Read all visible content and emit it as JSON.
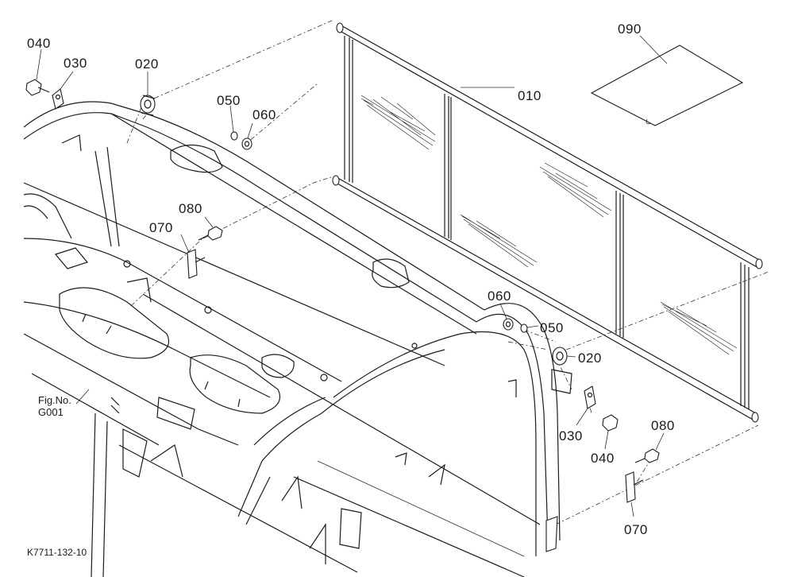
{
  "callouts": {
    "c040a": "040",
    "c030a": "030",
    "c020a": "020",
    "c050a": "050",
    "c060a": "060",
    "c080a": "080",
    "c070a": "070",
    "c090": "090",
    "c010": "010",
    "c060b": "060",
    "c050b": "050",
    "c020b": "020",
    "c030b": "030",
    "c040b": "040",
    "c080b": "080",
    "c070b": "070"
  },
  "figure_reference": {
    "line1": "Fig.No.",
    "line2": "G001"
  },
  "drawing_code": "K7711-132-10"
}
